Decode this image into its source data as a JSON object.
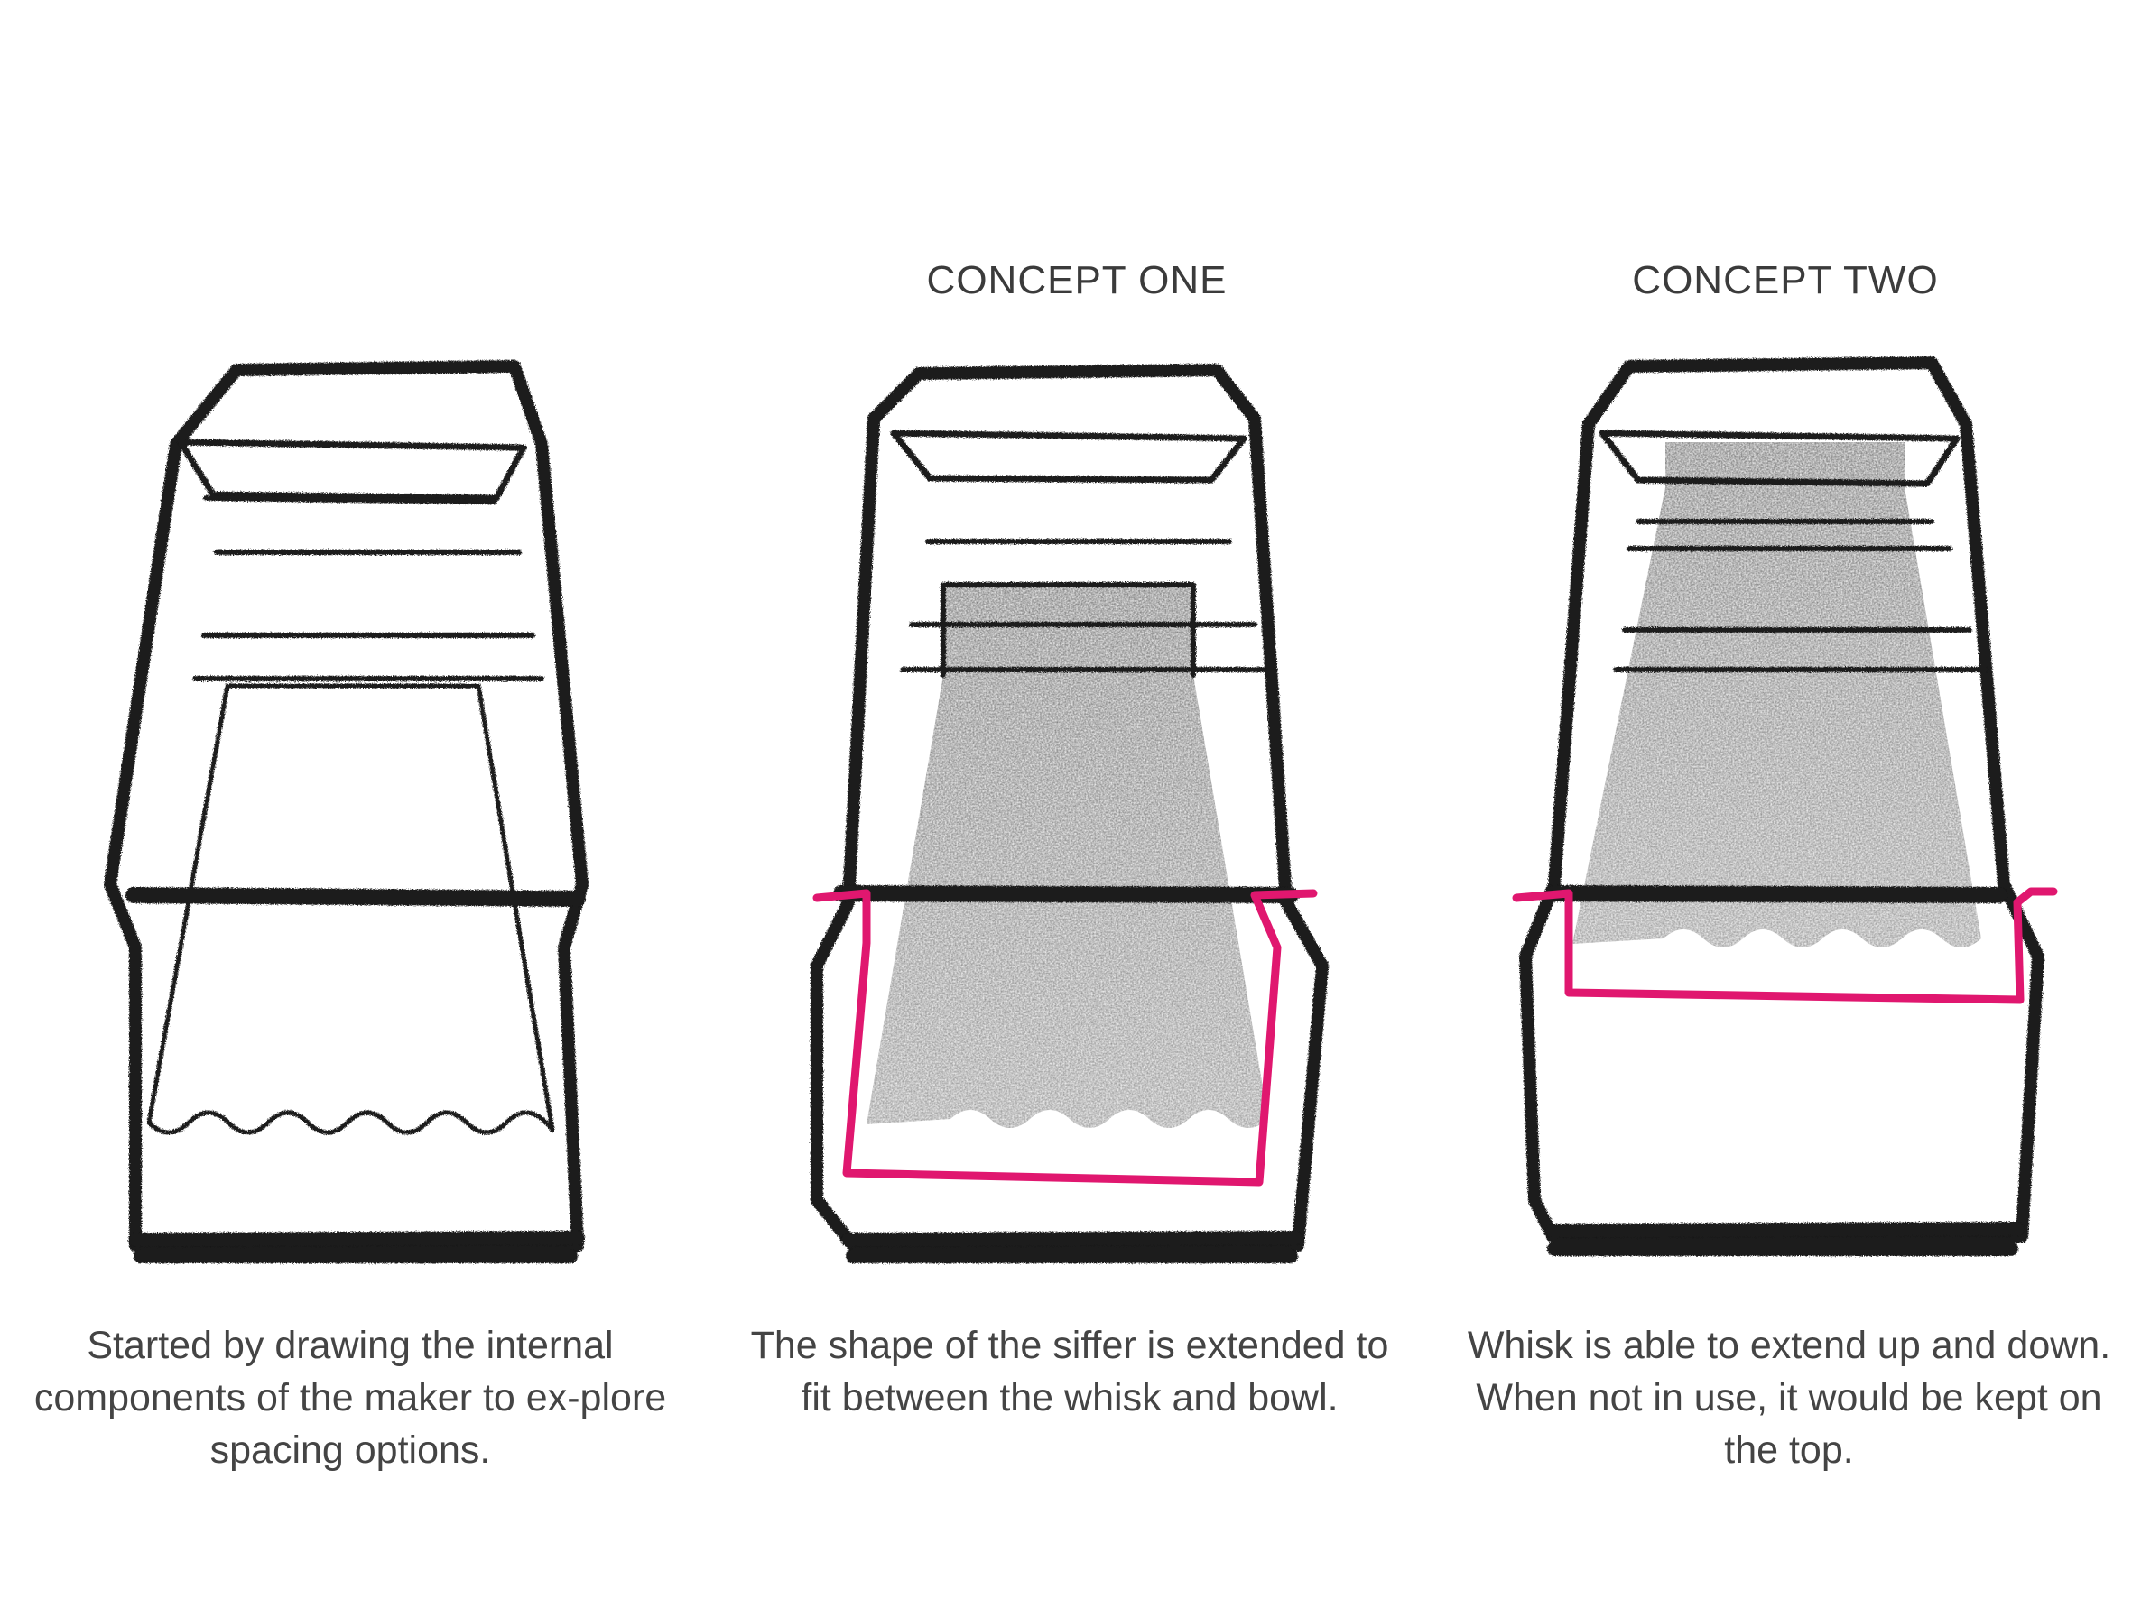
{
  "headings": {
    "concept_one": "CONCEPT ONE",
    "concept_two": "CONCEPT TWO"
  },
  "captions": {
    "sketch_one": "Started by drawing the internal components of the maker to ex-plore spacing options.",
    "concept_one": "The shape of the siffer is extended to fit between the whisk and bowl.",
    "concept_two": "Whisk is able to extend up and down. When not in use, it would be kept on the top."
  },
  "colors": {
    "ink": "#1a1a1a",
    "highlight": "#e0176f",
    "shading": "#555555",
    "text": "#444444"
  }
}
